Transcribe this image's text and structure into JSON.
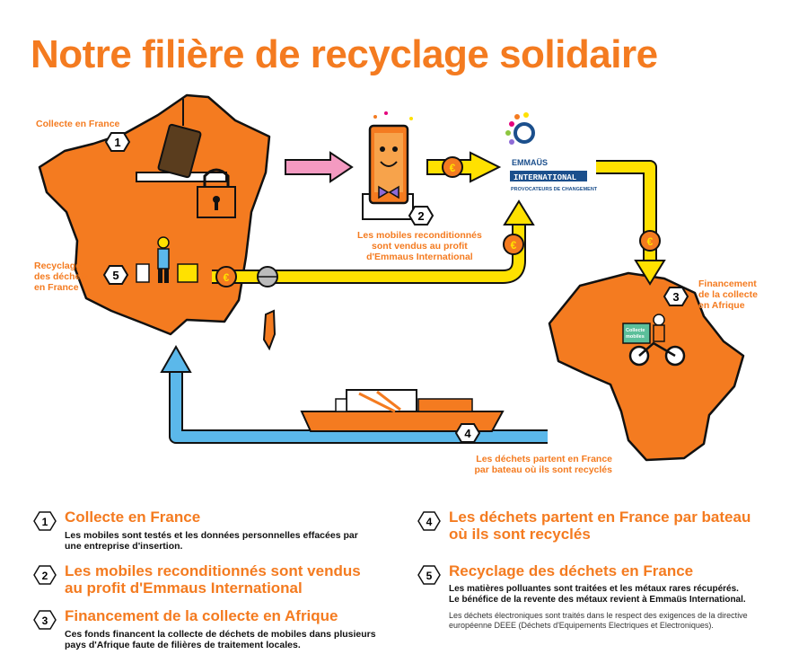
{
  "title": "Notre filière de recyclage solidaire",
  "map_labels": {
    "collecte": "Collecte en France",
    "recyclage_l1": "Recyclage",
    "recyclage_l2": "des déchets",
    "recyclage_l3": "en France",
    "mobiles_l1": "Les mobiles reconditionnés",
    "mobiles_l2": "sont vendus au profit",
    "mobiles_l3": "d'Emmaus International",
    "financement_l1": "Financement",
    "financement_l2": "de la collecte",
    "financement_l3": "en Afrique",
    "dechets_l1": "Les déchets partent en France",
    "dechets_l2": "par bateau où ils sont recyclés"
  },
  "badges": [
    "1",
    "2",
    "3",
    "4",
    "5"
  ],
  "currency_symbol": "€",
  "emmaus": {
    "name": "EMMAÜS",
    "name2": "INTERNATIONAL",
    "tagline": "PROVOCATEURS DE CHANGEMENT"
  },
  "moto_box_label_l1": "Collecte",
  "moto_box_label_l2": "mobiles",
  "legend": [
    {
      "num": "1",
      "title": "Collecte en France",
      "desc_l1": "Les mobiles sont testés et les données personnelles effacées par",
      "desc_l2": "une entreprise d'insertion."
    },
    {
      "num": "2",
      "title_l1": "Les mobiles reconditionnés sont vendus",
      "title_l2": "au profit d'Emmaus International"
    },
    {
      "num": "3",
      "title": "Financement de la collecte en Afrique",
      "desc_l1": "Ces fonds financent la collecte de déchets de mobiles dans plusieurs",
      "desc_l2": "pays d'Afrique faute de filières de traitement locales."
    },
    {
      "num": "4",
      "title_l1": "Les déchets partent en France par bateau",
      "title_l2": "où ils sont recyclés"
    },
    {
      "num": "5",
      "title": "Recyclage des déchets en France",
      "desc_l1": "Les matières polluantes sont traitées et les métaux rares récupérés.",
      "desc_l2": "Le bénéfice de la revente des métaux revient à Emmaüs International.",
      "note_l1": "Les déchets électroniques sont traités dans le respect des exigences de la directive",
      "note_l2": "européenne DEEE (Déchets d'Equipements Electriques et Electroniques)."
    }
  ],
  "colors": {
    "orange": "#f47b20",
    "yellow": "#ffe100",
    "blue": "#5bb8ea",
    "pink": "#f49ac1"
  }
}
